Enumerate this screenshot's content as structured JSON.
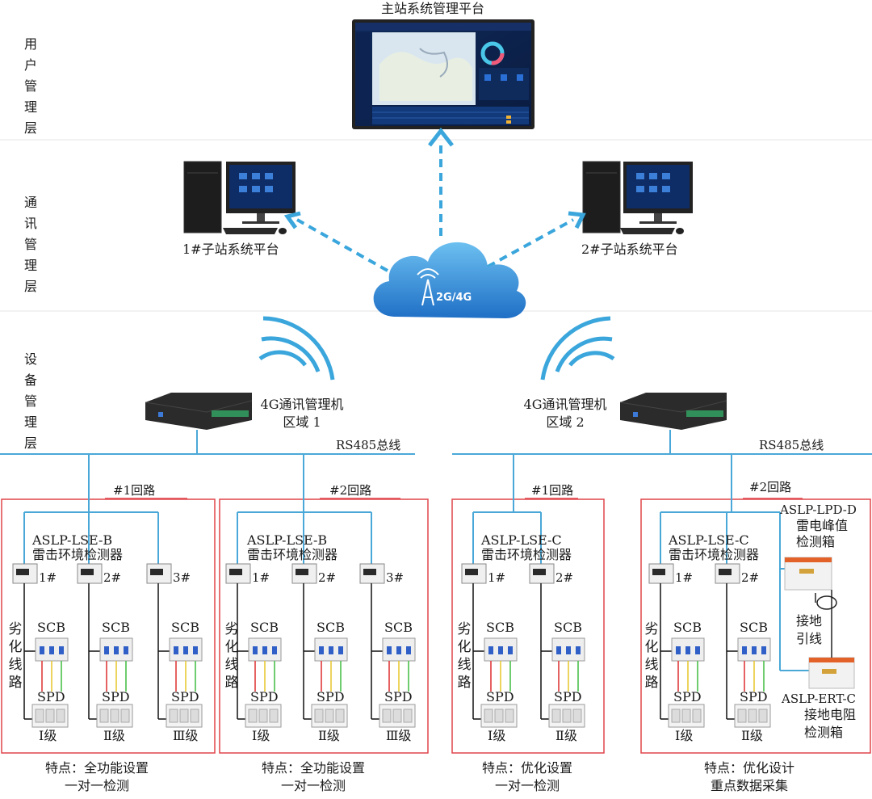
{
  "layers": [
    "用户管理层",
    "通讯管理层",
    "设备管理层"
  ],
  "master_platform": "主站系统管理平台",
  "sub_platforms": [
    "1#子站系统平台",
    "2#子站系统平台"
  ],
  "cloud_label": "2G/4G",
  "gateways": [
    {
      "name": "4G通讯管理机",
      "area": "区域 1"
    },
    {
      "name": "4G通讯管理机",
      "area": "区域 2"
    }
  ],
  "bus_label": "RS485总线",
  "groups": [
    {
      "loop": "#1回路",
      "model": "ASLP-LSE-B",
      "type": "雷击环境检测器",
      "meters": [
        "1#",
        "2#",
        "3#"
      ],
      "levels": [
        "Ⅰ级",
        "Ⅱ级",
        "Ⅲ级"
      ],
      "feature": [
        "特点：全功能设置",
        "一对一检测"
      ]
    },
    {
      "loop": "#2回路",
      "model": "ASLP-LSE-B",
      "type": "雷击环境检测器",
      "meters": [
        "1#",
        "2#",
        "3#"
      ],
      "levels": [
        "Ⅰ级",
        "Ⅱ级",
        "Ⅲ级"
      ],
      "feature": [
        "特点：全功能设置",
        "一对一检测"
      ]
    },
    {
      "loop": "#1回路",
      "model": "ASLP-LSE-C",
      "type": "雷击环境检测器",
      "meters": [
        "1#",
        "2#"
      ],
      "levels": [
        "Ⅰ级",
        "Ⅱ级"
      ],
      "feature": [
        "特点：优化设置",
        "一对一检测"
      ]
    },
    {
      "loop": "#2回路",
      "model": "ASLP-LSE-C",
      "type": "雷击环境检测器",
      "meters": [
        "1#",
        "2#"
      ],
      "levels": [
        "Ⅰ级",
        "Ⅱ级"
      ],
      "feature": [
        "特点：优化设计",
        "重点数据采集"
      ]
    }
  ],
  "scb_label": "SCB",
  "spd_label": "SPD",
  "degrade_label": "劣化线路",
  "lpd": {
    "model": "ASLP-LPD-D",
    "line1": "雷电峰值",
    "line2": "检测箱"
  },
  "ground_lead": {
    "line1": "接地",
    "line2": "引线"
  },
  "ert": {
    "model": "ASLP-ERT-C",
    "line1": "接地电阻",
    "line2": "检测箱"
  },
  "colors": {
    "link_blue": "#3aa6dc",
    "bus_blue": "#4aa8d8",
    "box_red": "#e0454a",
    "cloud": "#3a8fd6"
  }
}
